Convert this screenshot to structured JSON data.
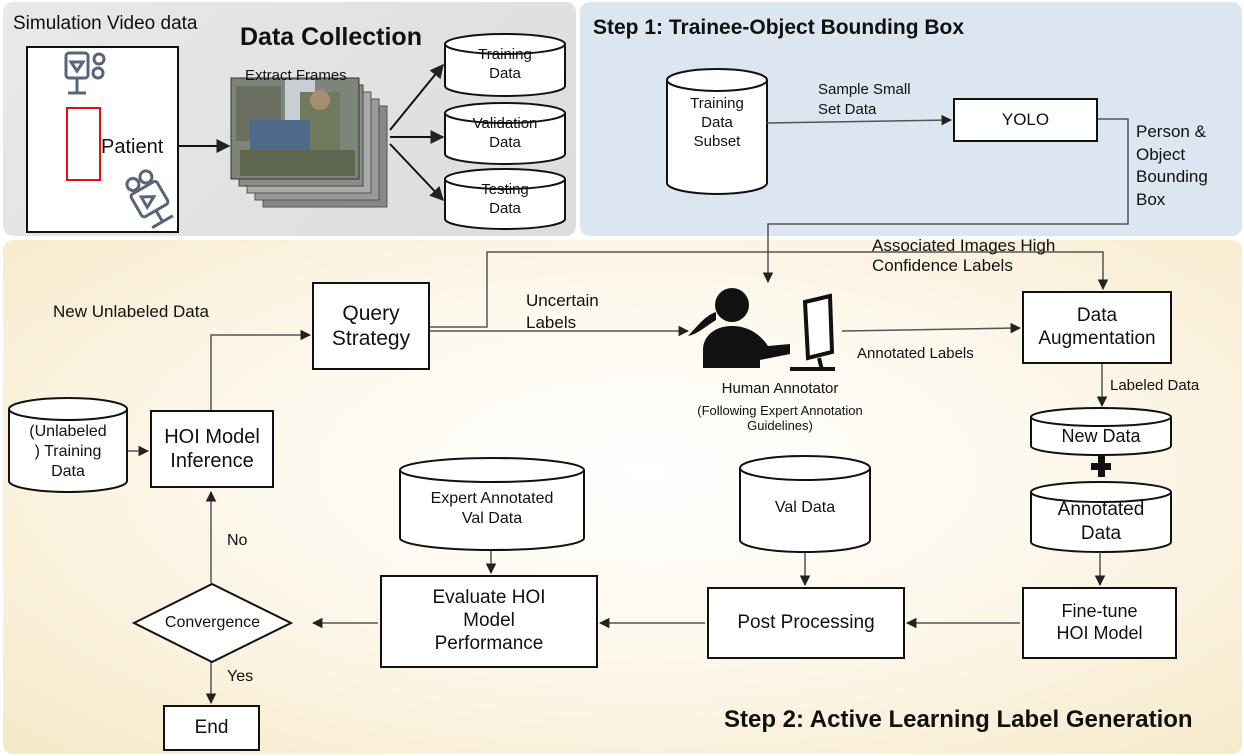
{
  "data_collection": {
    "title": "Data Collection",
    "source_label": "Simulation Video data",
    "patient_label": "Patient",
    "extract_label": "Extract Frames",
    "training": "Training\nData",
    "validation": "Validation\nData",
    "testing": "Testing\nData"
  },
  "step1": {
    "title": "Step 1: Trainee-Object Bounding Box",
    "subset": "Training\nData\nSubset",
    "sample": "Sample Small\nSet Data",
    "yolo": "YOLO",
    "bbox_out": "Person &\nObject\nBounding\nBox"
  },
  "step2": {
    "title": "Step 2: Active Learning Label Generation",
    "new_unlabeled": "New Unlabeled Data",
    "unlabeled_training": "(Unlabeled\n) Training\nData",
    "hoi_inference": "HOI Model\nInference",
    "query": "Query\nStrategy",
    "uncertain": "Uncertain\nLabels",
    "associated": "Associated Images High\nConfidence  Labels",
    "annotator": "Human Annotator",
    "annotator_note": "(Following Expert Annotation\nGuidelines)",
    "annotated_labels": "Annotated Labels",
    "augmentation": "Data\nAugmentation",
    "labeled": "Labeled  Data",
    "new_data": "New Data",
    "plus": "+",
    "annotated_data": "Annotated\nData",
    "finetune": "Fine-tune\nHOI Model",
    "post": "Post Processing",
    "val_data": "Val Data",
    "expert_val": "Expert Annotated\nVal Data",
    "evaluate": "Evaluate HOI\nModel\nPerformance",
    "convergence": "Convergence",
    "no": "No",
    "yes": "Yes",
    "end": "End"
  }
}
